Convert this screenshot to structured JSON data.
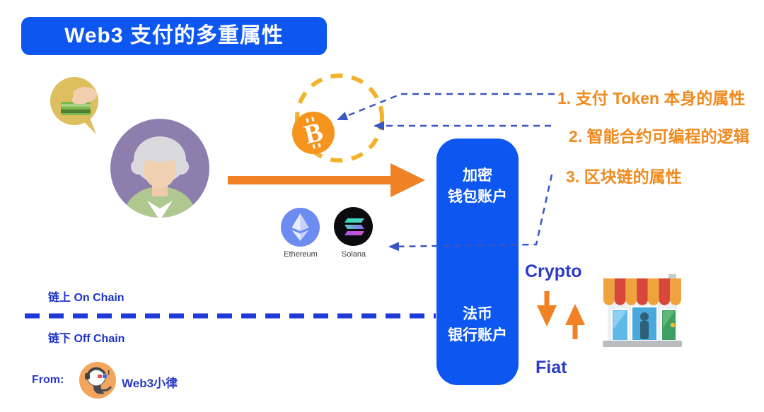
{
  "title": "Web3 支付的多重属性",
  "annotations": {
    "items": [
      {
        "label": "1. 支付 Token 本身的属性"
      },
      {
        "label": "2. 智能合约可编程的逻辑"
      },
      {
        "label": "3. 区块链的属性"
      }
    ]
  },
  "accounts": {
    "crypto_wallet": "加密\n钱包账户",
    "fiat_bank": "法币\n银行账户"
  },
  "chains": {
    "ethereum_label": "Ethereum",
    "solana_label": "Solana"
  },
  "layers": {
    "on_chain": "链上 On Chain",
    "off_chain": "链下 Off Chain"
  },
  "exchange": {
    "crypto": "Crypto",
    "fiat": "Fiat"
  },
  "footer": {
    "from_label": "From:",
    "brand": "Web3小律"
  },
  "icons": {
    "bitcoin_glyph": "B"
  },
  "colors": {
    "primary_blue": "#0D57F0",
    "royal_blue_text": "#2B3BC4",
    "divider_blue": "#1C3AD8",
    "connector_navy": "#3A55C4",
    "orange": "#F08124",
    "annotation_orange": "#EF8A1E",
    "dashed_circle_gold": "#F2B32C",
    "bitcoin_orange": "#F7941D"
  }
}
